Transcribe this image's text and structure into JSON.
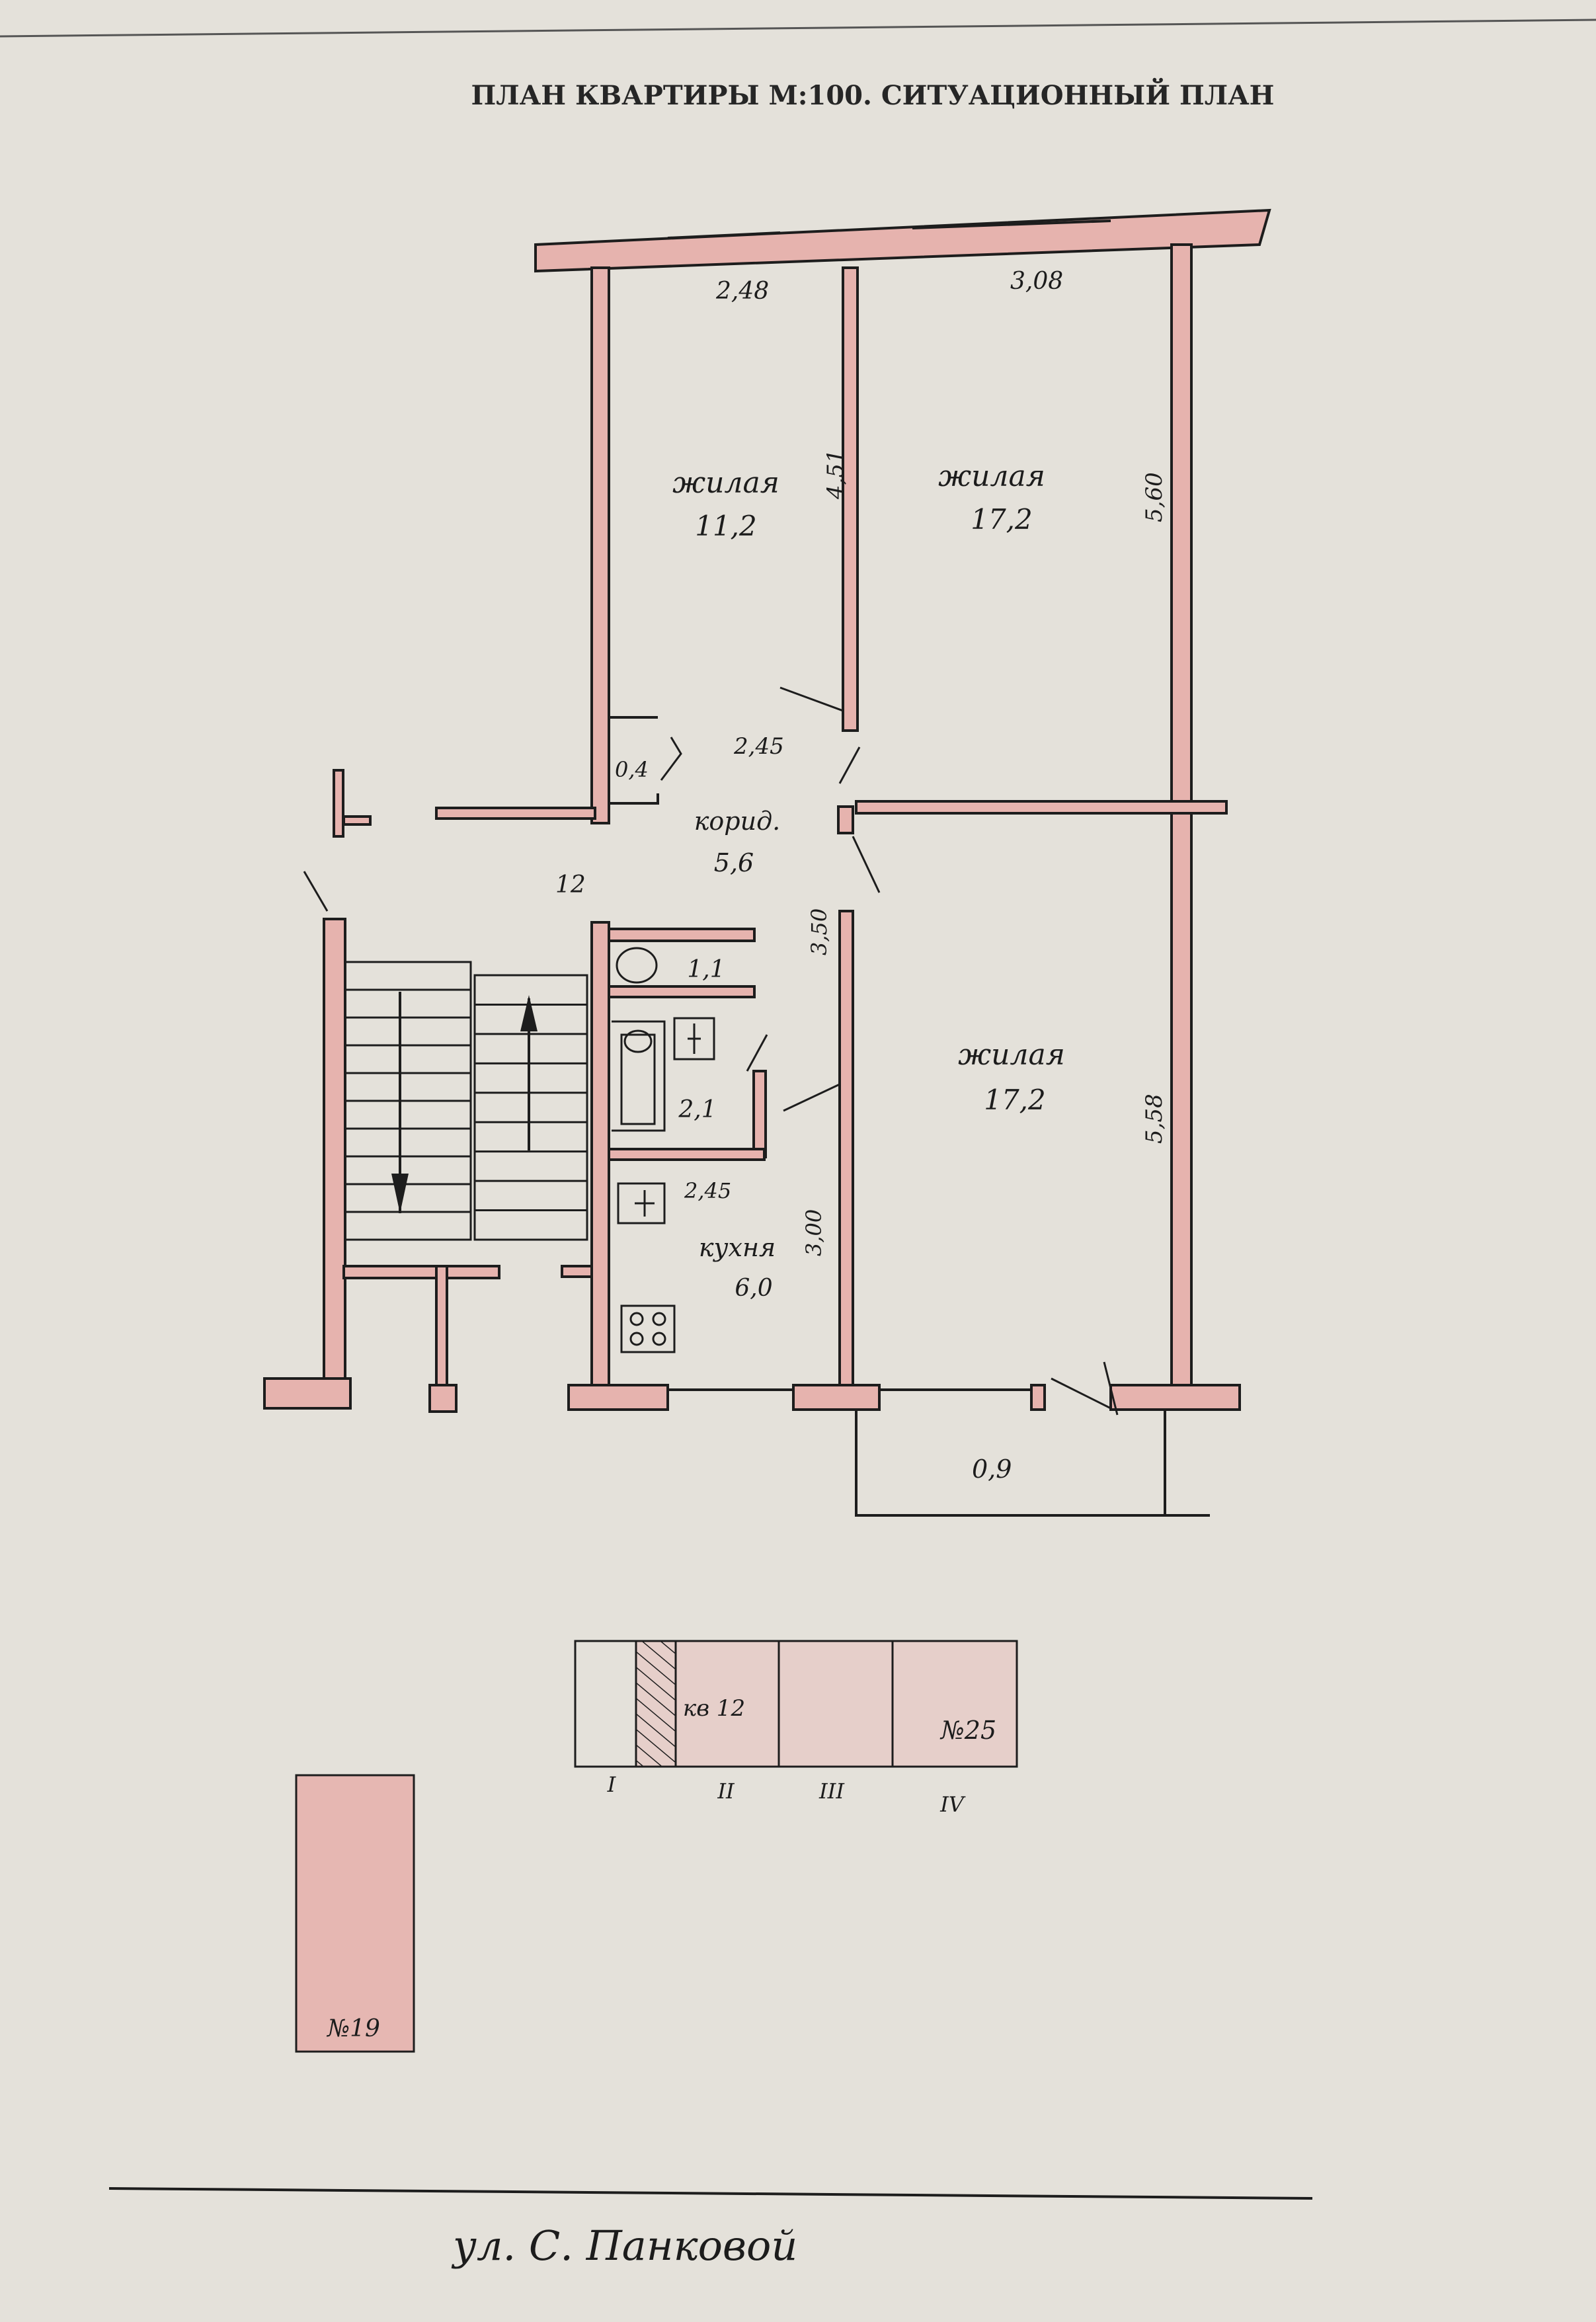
{
  "header": {
    "title": "ПЛАН КВАРТИРЫ М:100. СИТУАЦИОННЫЙ ПЛАН"
  },
  "plan": {
    "dims": {
      "top_left_width": "2,48",
      "top_right_width": "3,08",
      "room1_depth": "4,51",
      "right_wall_upper": "5,60",
      "corridor_width": "2,45",
      "closet_area": "0,4",
      "stair_label": "12",
      "hall_depth": "3,50",
      "kitchen_width": "2,45",
      "kitchen_depth": "3,00",
      "right_wall_lower": "5,58",
      "balcony_width": "0,9"
    },
    "rooms": {
      "room1": {
        "label": "жилая",
        "area": "11,2"
      },
      "room2": {
        "label": "жилая",
        "area": "17,2"
      },
      "room3": {
        "label": "жилая",
        "area": "17,2"
      },
      "corridor": {
        "label": "корид.",
        "area": "5,6"
      },
      "toilet": {
        "area": "1,1"
      },
      "bathroom": {
        "area": "2,1"
      },
      "kitchen": {
        "label": "кухня",
        "area": "6,0"
      }
    }
  },
  "situation": {
    "apartment_label": "кв 12",
    "building_label": "№25",
    "building19_label": "№19",
    "sections": [
      "I",
      "II",
      "III",
      "IV"
    ]
  },
  "footer": {
    "street": "ул. С. Панковой"
  }
}
